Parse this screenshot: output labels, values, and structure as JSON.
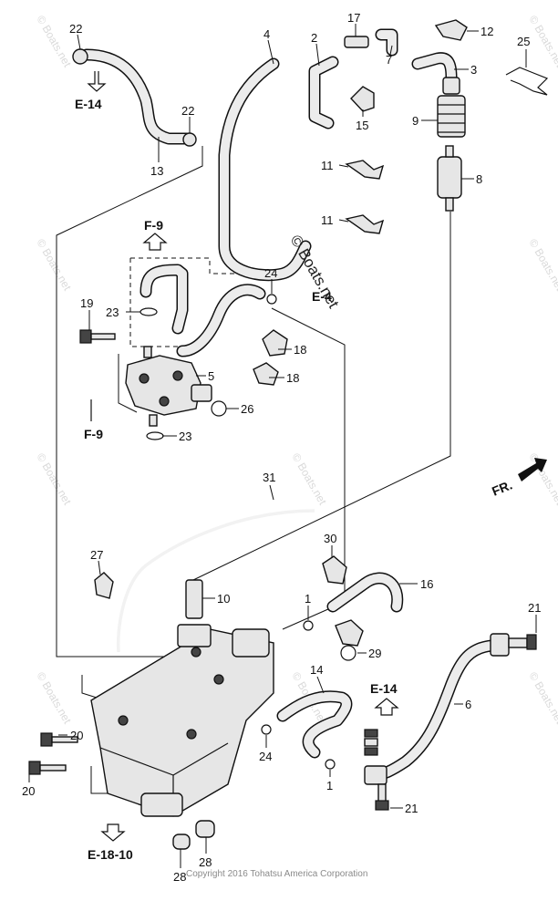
{
  "diagram": {
    "callouts": [
      {
        "key": "c22a",
        "text": "22"
      },
      {
        "key": "c22b",
        "text": "22"
      },
      {
        "key": "c13",
        "text": "13"
      },
      {
        "key": "c4",
        "text": "4"
      },
      {
        "key": "c2",
        "text": "2"
      },
      {
        "key": "c17",
        "text": "17"
      },
      {
        "key": "c7",
        "text": "7"
      },
      {
        "key": "c12",
        "text": "12"
      },
      {
        "key": "c25",
        "text": "25"
      },
      {
        "key": "c3",
        "text": "3"
      },
      {
        "key": "c15",
        "text": "15"
      },
      {
        "key": "c9",
        "text": "9"
      },
      {
        "key": "c8",
        "text": "8"
      },
      {
        "key": "c11a",
        "text": "11"
      },
      {
        "key": "c11b",
        "text": "11"
      },
      {
        "key": "c24a",
        "text": "24"
      },
      {
        "key": "c19",
        "text": "19"
      },
      {
        "key": "c23a",
        "text": "23"
      },
      {
        "key": "c18a",
        "text": "18"
      },
      {
        "key": "c18b",
        "text": "18"
      },
      {
        "key": "c5",
        "text": "5"
      },
      {
        "key": "c26",
        "text": "26"
      },
      {
        "key": "c23b",
        "text": "23"
      },
      {
        "key": "c31",
        "text": "31"
      },
      {
        "key": "c27",
        "text": "27"
      },
      {
        "key": "c30",
        "text": "30"
      },
      {
        "key": "c16",
        "text": "16"
      },
      {
        "key": "c10",
        "text": "10"
      },
      {
        "key": "c1a",
        "text": "1"
      },
      {
        "key": "c21a",
        "text": "21"
      },
      {
        "key": "c29",
        "text": "29"
      },
      {
        "key": "c14",
        "text": "14"
      },
      {
        "key": "c6",
        "text": "6"
      },
      {
        "key": "c20a",
        "text": "20"
      },
      {
        "key": "c20b",
        "text": "20"
      },
      {
        "key": "c24b",
        "text": "24"
      },
      {
        "key": "c1b",
        "text": "1"
      },
      {
        "key": "c21b",
        "text": "21"
      },
      {
        "key": "c28a",
        "text": "28"
      },
      {
        "key": "c28b",
        "text": "28"
      }
    ],
    "references": [
      {
        "key": "e14top",
        "text": "E-14"
      },
      {
        "key": "f9top",
        "text": "F-9"
      },
      {
        "key": "e4",
        "text": "E-4"
      },
      {
        "key": "f9left",
        "text": "F-9"
      },
      {
        "key": "e14mid",
        "text": "E-14"
      },
      {
        "key": "e1810",
        "text": "E-18-10"
      }
    ],
    "front_label": "FR.",
    "watermark_main": "© Boats.net",
    "watermark_faint": "© Boats.net",
    "copyright": "Copyright 2016 Tohatsu America Corporation"
  }
}
